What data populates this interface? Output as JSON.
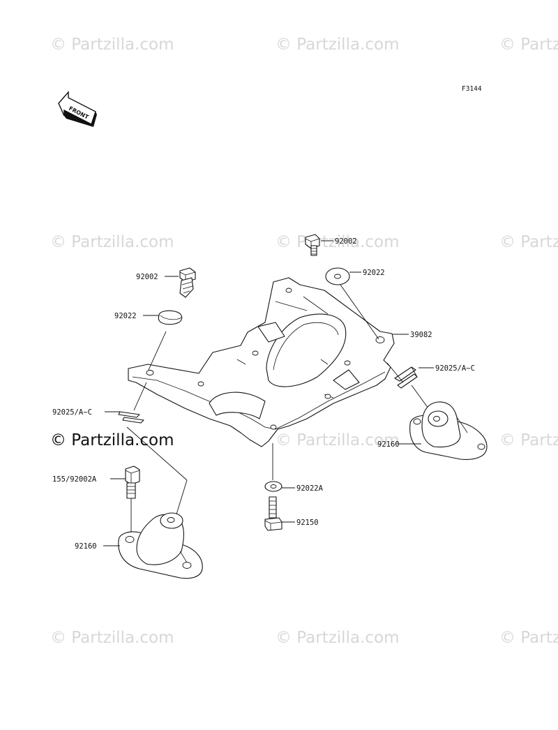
{
  "figure_code": "F3144",
  "front_arrow_text": "FRONT",
  "watermarks": {
    "faint": "© Partzilla.com",
    "prominent": "© Partzilla.com"
  },
  "part_labels": {
    "bolt_top_right": "92002",
    "washer_top_right": "92022",
    "bolt_top_left": "92002",
    "washer_top_left": "92022",
    "bracket": "39082",
    "clip_right": "92025/A~C",
    "clip_left": "92025/A~C",
    "mount_right": "92160",
    "bolt_lower_left": "155/92002A",
    "washer_bottom": "92022A",
    "bolt_bottom": "92150",
    "mount_left": "92160"
  }
}
